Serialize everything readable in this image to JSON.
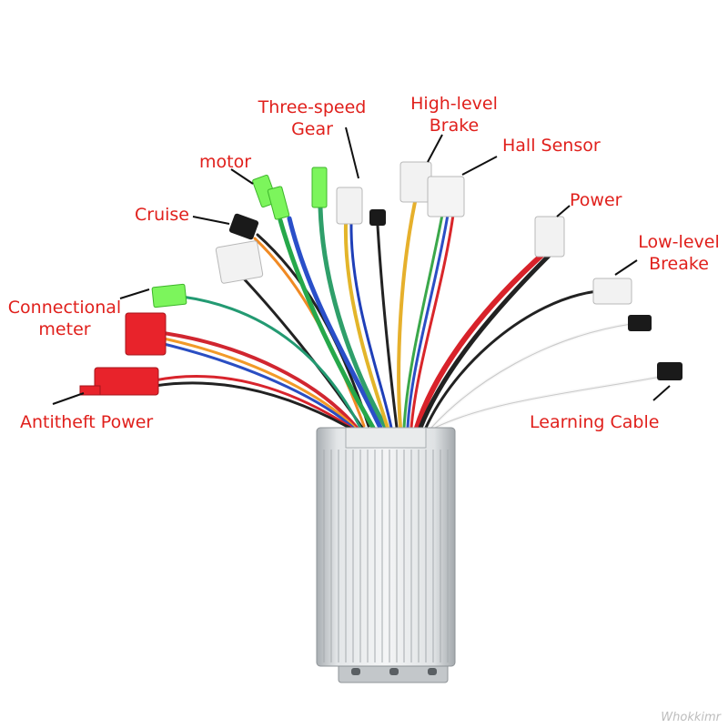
{
  "colors": {
    "label": "#e0201c",
    "leader": "#111111",
    "housing": "#cfd3d6",
    "housing_shadow": "#9aa0a5",
    "connector_green": "#7cf55c",
    "connector_white": "#f2f2f2",
    "connector_red": "#e8232b",
    "connector_black": "#1a1a1a"
  },
  "labels": {
    "three_speed_gear": [
      "Three-speed",
      "Gear"
    ],
    "high_level_brake": [
      "High-level",
      "Brake"
    ],
    "hall_sensor": [
      "Hall Sensor"
    ],
    "motor": [
      "motor"
    ],
    "power": [
      "Power"
    ],
    "cruise": [
      "Cruise"
    ],
    "low_level_breake": [
      "Low-level",
      "Breake"
    ],
    "connectional_meter": [
      "Connectional",
      "meter"
    ],
    "antitheft_power": [
      "Antitheft Power"
    ],
    "learning_cable": [
      "Learning Cable"
    ]
  },
  "watermark": "Whokkimr"
}
